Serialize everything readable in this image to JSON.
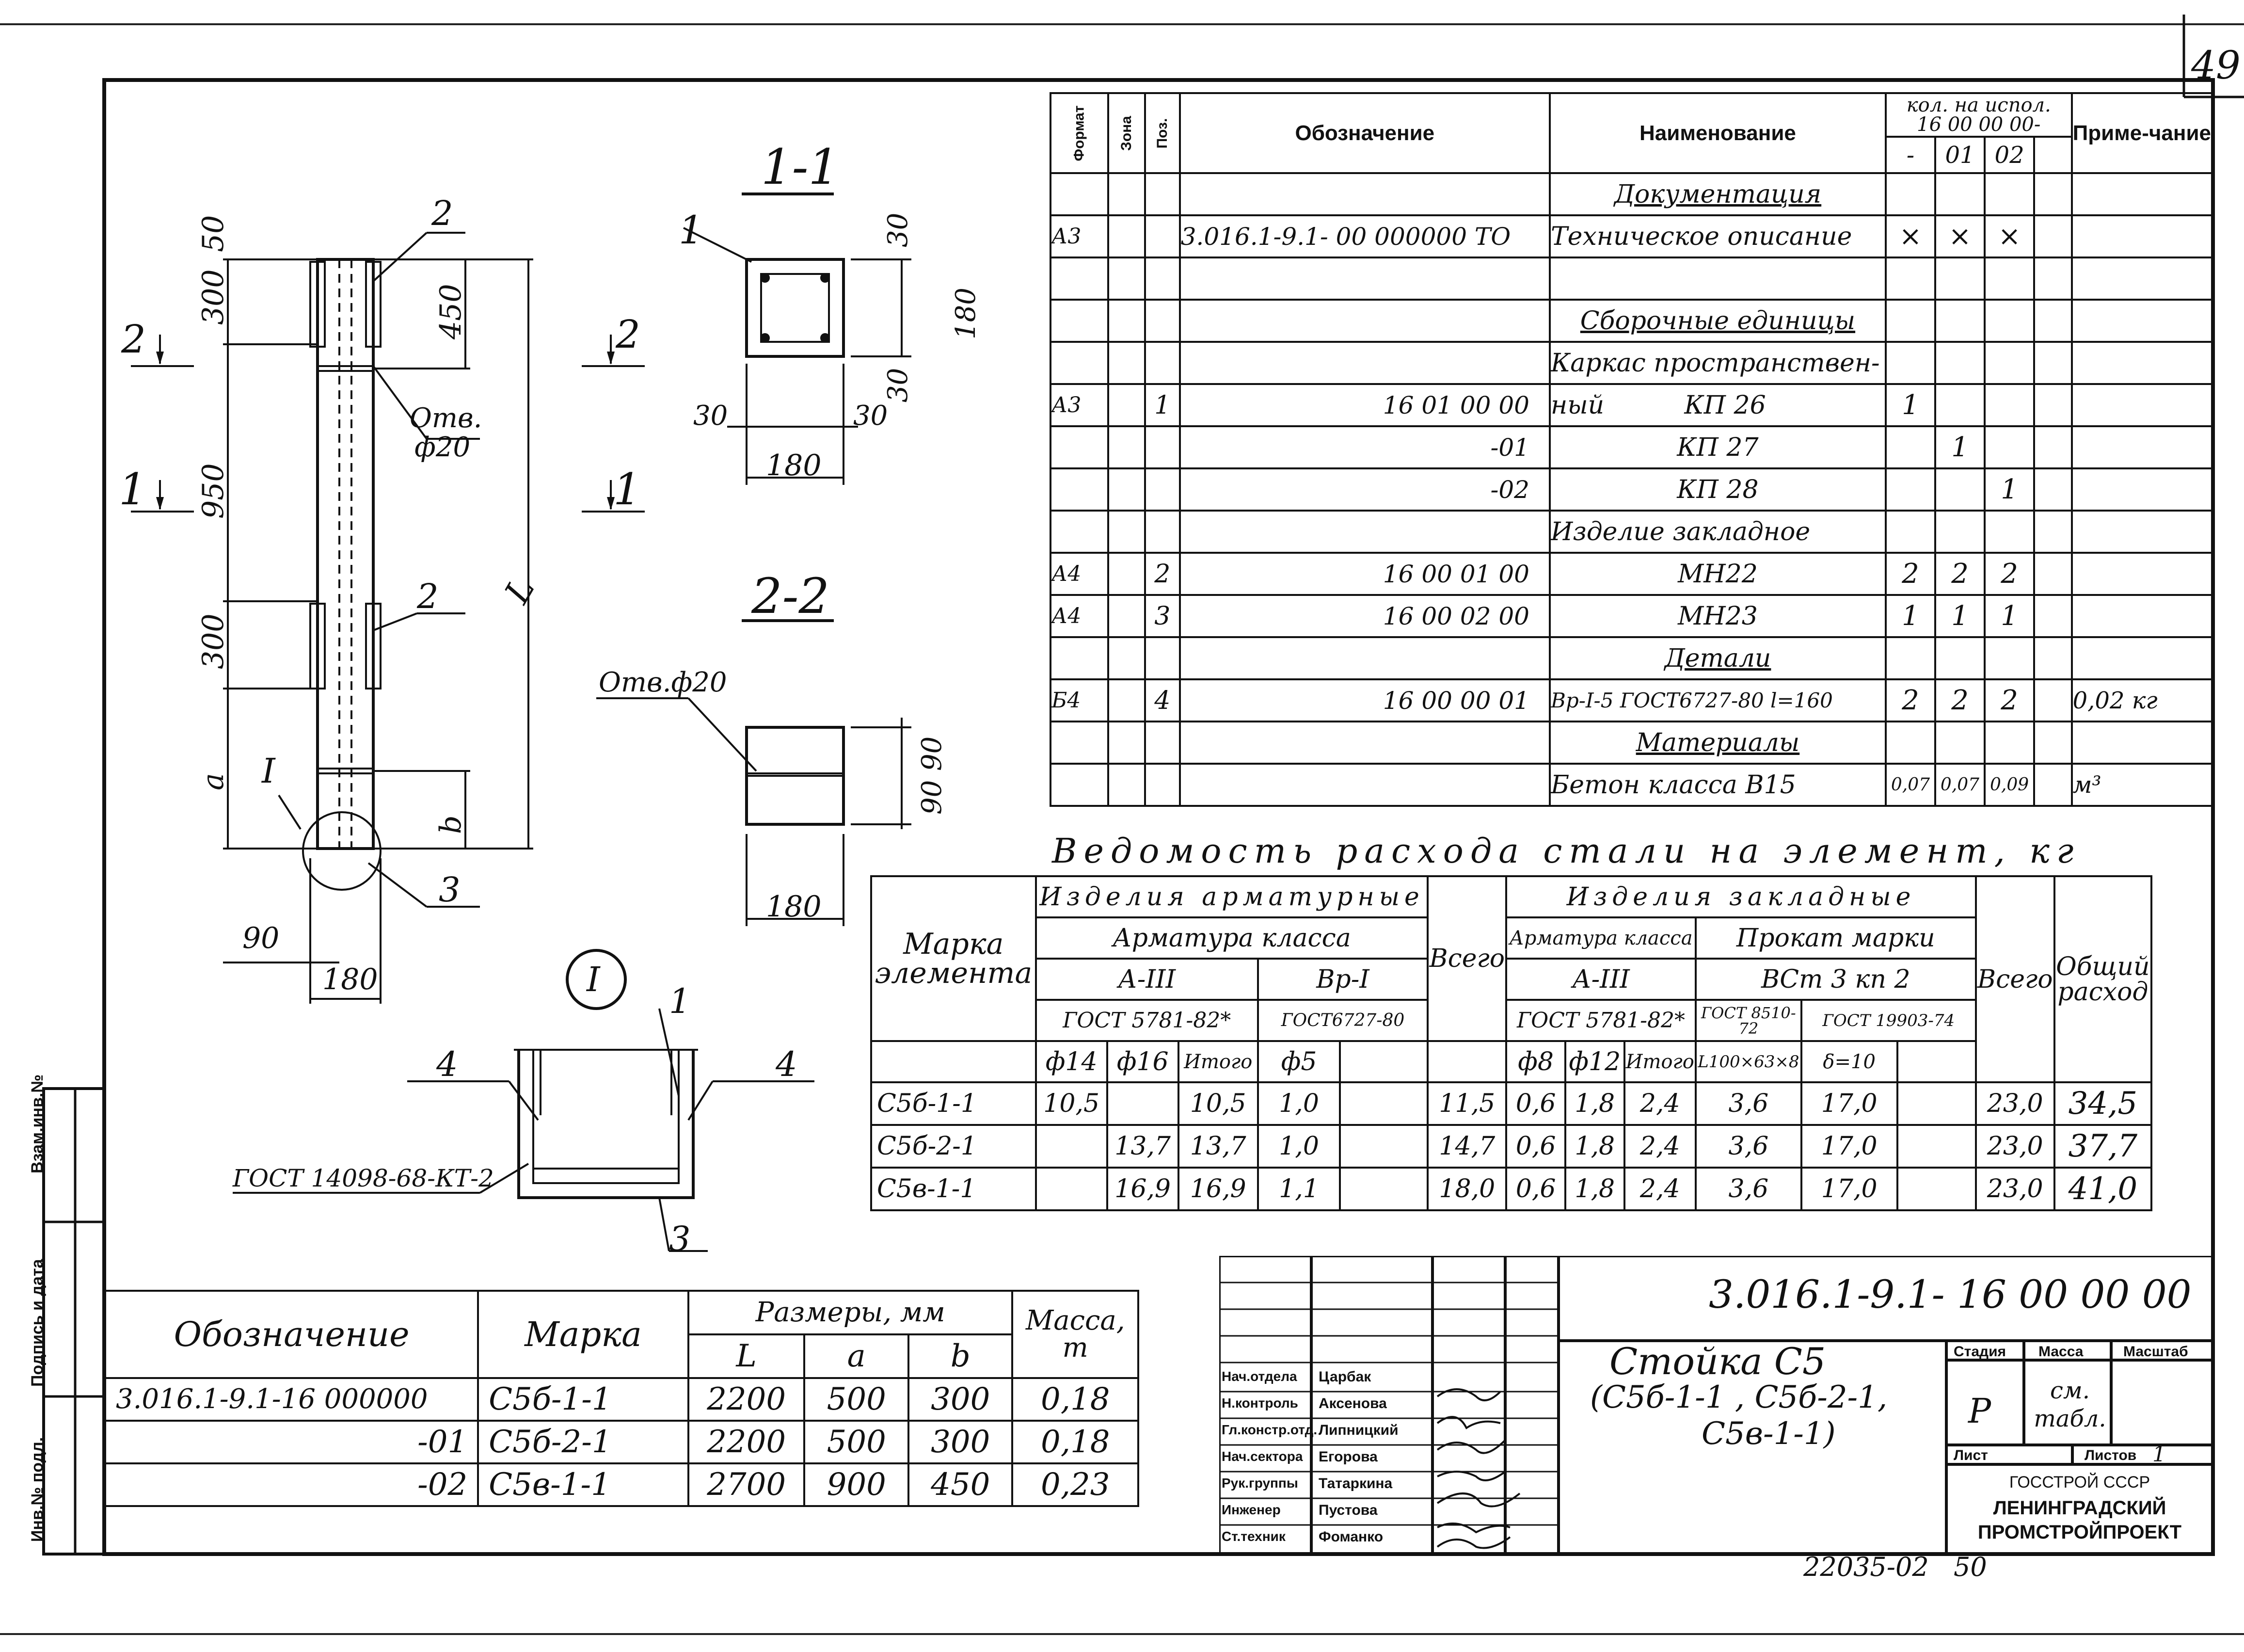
{
  "sheet_number": "49",
  "bottom_code": "22035-02",
  "bottom_page": "50",
  "drawing": {
    "section_1_1": "1-1",
    "section_2_2": "2-2",
    "detail_marker": "I",
    "elevation_dims": [
      "50",
      "300",
      "950",
      "300",
      "a"
    ],
    "elevation_right_dims": [
      "450",
      "L",
      "b"
    ],
    "bottom_dims": [
      "90",
      "180"
    ],
    "hole_label_1": "Отв.",
    "hole_label_2": "ф20",
    "hole_label_22": "Отв.ф20",
    "arrow_labels": [
      "2",
      "1",
      "2",
      "1"
    ],
    "pos_labels": [
      "2",
      "2",
      "3",
      "I",
      "1"
    ],
    "sec11_dims": [
      "30",
      "180",
      "30",
      "30",
      "30",
      "180"
    ],
    "sec22_dims": [
      "90",
      "90",
      "180"
    ],
    "detail_labels": [
      "4",
      "4",
      "1",
      "3"
    ],
    "gost_weld": "ГОСТ 14098-68-КТ-2"
  },
  "spec": {
    "headers": {
      "format": "Формат",
      "zone": "Зона",
      "pos": "Поз.",
      "designation": "Обозначение",
      "name": "Наименование",
      "qty_top": "кол. на испол.",
      "qty_sub": "16 00 00 00-",
      "qty_cols": [
        "-",
        "01",
        "02"
      ],
      "note": "Приме-чание"
    },
    "rows": [
      {
        "fmt": "",
        "pos": "",
        "des": "",
        "name": "Документация",
        "q": [
          "",
          "",
          ""
        ],
        "note": "",
        "title": true
      },
      {
        "fmt": "А3",
        "pos": "",
        "des": "3.016.1-9.1- 00 000000 ТО",
        "name": "Техническое описание",
        "q": [
          "×",
          "×",
          "×"
        ],
        "note": ""
      },
      {
        "fmt": "",
        "pos": "",
        "des": "",
        "name": "",
        "q": [
          "",
          "",
          ""
        ],
        "note": ""
      },
      {
        "fmt": "",
        "pos": "",
        "des": "",
        "name": "Сборочные единицы",
        "q": [
          "",
          "",
          ""
        ],
        "note": "",
        "title": true
      },
      {
        "fmt": "",
        "pos": "",
        "des": "",
        "name": "Каркас пространствен-",
        "q": [
          "",
          "",
          ""
        ],
        "note": ""
      },
      {
        "fmt": "А3",
        "pos": "1",
        "des": "16 01 00 00",
        "name": "ный          КП 26",
        "q": [
          "1",
          "",
          ""
        ],
        "note": ""
      },
      {
        "fmt": "",
        "pos": "",
        "des": "-01",
        "name": "КП 27",
        "q": [
          "",
          "1",
          ""
        ],
        "note": ""
      },
      {
        "fmt": "",
        "pos": "",
        "des": "-02",
        "name": "КП 28",
        "q": [
          "",
          "",
          "1"
        ],
        "note": ""
      },
      {
        "fmt": "",
        "pos": "",
        "des": "",
        "name": "Изделие закладное",
        "q": [
          "",
          "",
          ""
        ],
        "note": ""
      },
      {
        "fmt": "А4",
        "pos": "2",
        "des": "16 00 01 00",
        "name": "МН22",
        "q": [
          "2",
          "2",
          "2"
        ],
        "note": ""
      },
      {
        "fmt": "А4",
        "pos": "3",
        "des": "16 00 02 00",
        "name": "МН23",
        "q": [
          "1",
          "1",
          "1"
        ],
        "note": ""
      },
      {
        "fmt": "",
        "pos": "",
        "des": "",
        "name": "Детали",
        "q": [
          "",
          "",
          ""
        ],
        "note": "",
        "title": true
      },
      {
        "fmt": "Б4",
        "pos": "4",
        "des": "16 00 00 01",
        "name": "Вр-I-5 ГОСТ6727-80 l=160",
        "q": [
          "2",
          "2",
          "2"
        ],
        "note": "0,02 кг"
      },
      {
        "fmt": "",
        "pos": "",
        "des": "",
        "name": "Материалы",
        "q": [
          "",
          "",
          ""
        ],
        "note": "",
        "title": true
      },
      {
        "fmt": "",
        "pos": "",
        "des": "",
        "name": "Бетон класса В15",
        "q": [
          "0,07",
          "0,07",
          "0,09"
        ],
        "note": "м³"
      }
    ]
  },
  "steel": {
    "title": "Ведомость расхода стали на элемент, кг",
    "h_marka": "Марка элемента",
    "h_arm_items": "Изделия арматурные",
    "h_emb_items": "Изделия закладные",
    "h_class": "Арматура класса",
    "h_a3": "А-III",
    "h_bp1": "Вр-I",
    "h_gost5781": "ГОСТ 5781-82*",
    "h_gost6727": "ГОСТ6727-80",
    "h_vsego": "Всего",
    "h_a3b": "А-III",
    "h_prokat": "Прокат марки",
    "h_vst": "ВСт 3 кп 2",
    "h_gost8510": "ГОСТ 8510-72",
    "h_gost19903": "ГОСТ 19903-74",
    "h_angle": "L100×63×8",
    "h_delta": "δ=10",
    "h_total": "Общий расход",
    "subcols": [
      "ф14",
      "ф16",
      "Итого",
      "ф5",
      "",
      "",
      "ф8",
      "ф12",
      "Итого",
      "",
      "",
      "",
      ""
    ],
    "rows": [
      {
        "m": "С5б-1-1",
        "v": [
          "10,5",
          "",
          "10,5",
          "1,0",
          "",
          "11,5",
          "0,6",
          "1,8",
          "2,4",
          "3,6",
          "17,0",
          "",
          "23,0",
          "34,5"
        ]
      },
      {
        "m": "С5б-2-1",
        "v": [
          "",
          "13,7",
          "13,7",
          "1,0",
          "",
          "14,7",
          "0,6",
          "1,8",
          "2,4",
          "3,6",
          "17,0",
          "",
          "23,0",
          "37,7"
        ]
      },
      {
        "m": "С5в-1-1",
        "v": [
          "",
          "16,9",
          "16,9",
          "1,1",
          "",
          "18,0",
          "0,6",
          "1,8",
          "2,4",
          "3,6",
          "17,0",
          "",
          "23,0",
          "41,0"
        ]
      }
    ]
  },
  "variants": {
    "h_des": "Обозначение",
    "h_mark": "Марка",
    "h_sizes": "Размеры, мм",
    "h_L": "L",
    "h_a": "a",
    "h_b": "b",
    "h_mass": "Масса, т",
    "rows": [
      {
        "des": "3.016.1-9.1-16 000000",
        "mark": "С5б-1-1",
        "L": "2200",
        "a": "500",
        "b": "300",
        "mass": "0,18"
      },
      {
        "des": "-01",
        "mark": "С5б-2-1",
        "L": "2200",
        "a": "500",
        "b": "300",
        "mass": "0,18"
      },
      {
        "des": "-02",
        "mark": "С5в-1-1",
        "L": "2700",
        "a": "900",
        "b": "450",
        "mass": "0,23"
      }
    ]
  },
  "side_stamp": [
    "Взам.инв.№",
    "Подпись и дата",
    "Инв.№ подл."
  ],
  "title_block": {
    "code": "3.016.1-9.1- 16 00 00 00",
    "name_line1": "Стойка С5",
    "name_line2": "(С5б-1-1 , С5б-2-1,",
    "name_line3": "С5в-1-1)",
    "stage_h": "Стадия",
    "mass_h": "Масса",
    "scale_h": "Масштаб",
    "stage": "Р",
    "mass": "см. табл.",
    "sheet_h": "Лист",
    "sheets_h": "Листов",
    "sheets": "1",
    "org1": "ГОССТРОЙ СССР",
    "org2": "ЛЕНИНГРАДСКИЙ",
    "org3": "ПРОМСТРОЙПРОЕКТ",
    "people": [
      {
        "role": "Нач.отдела",
        "name": "Царбак"
      },
      {
        "role": "Н.контроль",
        "name": "Аксенова"
      },
      {
        "role": "Гл.констр.отд.",
        "name": "Липницкий"
      },
      {
        "role": "Нач.сектора",
        "name": "Егорова"
      },
      {
        "role": "Рук.группы",
        "name": "Татаркина"
      },
      {
        "role": "Инженер",
        "name": "Пустова"
      },
      {
        "role": "Ст.техник",
        "name": "Фоманко"
      }
    ]
  }
}
